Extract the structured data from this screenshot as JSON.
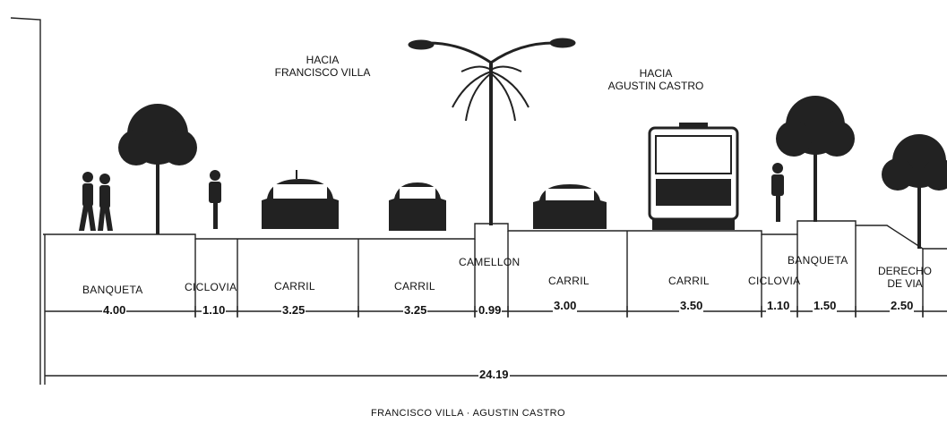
{
  "directions": {
    "left": "HACIA\nFRANCISCO VILLA",
    "right": "HACIA\nAGUSTIN CASTRO"
  },
  "segments": [
    {
      "label": "BANQUETA",
      "width": "4.00"
    },
    {
      "label": "CICLOVIA",
      "width": "1.10"
    },
    {
      "label": "CARRIL",
      "width": "3.25"
    },
    {
      "label": "CARRIL",
      "width": "3.25"
    },
    {
      "label": "CAMELLON",
      "width": "0.99"
    },
    {
      "label": "CARRIL",
      "width": "3.00"
    },
    {
      "label": "CARRIL",
      "width": "3.50"
    },
    {
      "label": "CICLOVIA",
      "width": "1.10"
    },
    {
      "label": "BANQUETA",
      "width": "1.50"
    },
    {
      "label": "DERECHO\nDE VIA",
      "width": "2.50"
    }
  ],
  "total_width": "24.19",
  "caption": "FRANCISCO VILLA · AGUSTIN CASTRO"
}
